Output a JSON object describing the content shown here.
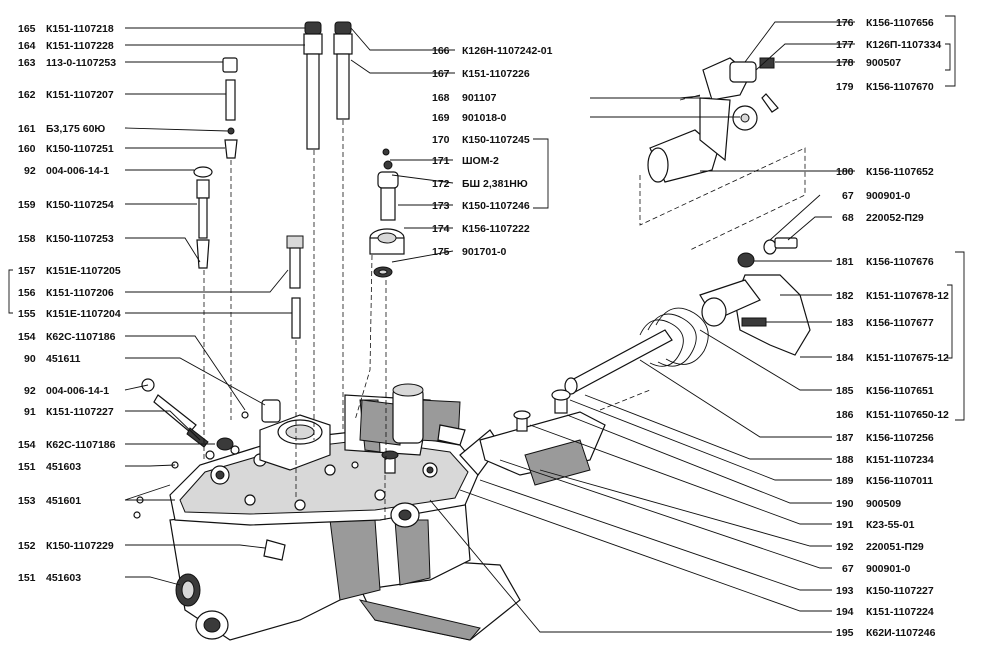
{
  "labels": {
    "left": [
      {
        "num": "165",
        "part": "К151-1107218"
      },
      {
        "num": "164",
        "part": "К151-1107228"
      },
      {
        "num": "163",
        "part": "113-0-1107253"
      },
      {
        "num": "162",
        "part": "К151-1107207"
      },
      {
        "num": "161",
        "part": "Б3,175 60Ю"
      },
      {
        "num": "160",
        "part": "К150-1107251"
      },
      {
        "num": "92",
        "part": "004-006-14-1"
      },
      {
        "num": "159",
        "part": "К150-1107254"
      },
      {
        "num": "158",
        "part": "К150-1107253"
      },
      {
        "num": "157",
        "part": "К151Е-1107205"
      },
      {
        "num": "156",
        "part": "К151-1107206"
      },
      {
        "num": "155",
        "part": "К151Е-1107204"
      },
      {
        "num": "154",
        "part": "К62С-1107186"
      },
      {
        "num": "90",
        "part": "451611"
      },
      {
        "num": "92",
        "part": "004-006-14-1"
      },
      {
        "num": "91",
        "part": "К151-1107227"
      },
      {
        "num": "154",
        "part": "К62С-1107186"
      },
      {
        "num": "151",
        "part": "451603"
      },
      {
        "num": "153",
        "part": "451601"
      },
      {
        "num": "152",
        "part": "К150-1107229"
      },
      {
        "num": "151",
        "part": "451603"
      }
    ],
    "middle": [
      {
        "num": "166",
        "part": "К126Н-1107242-01"
      },
      {
        "num": "167",
        "part": "К151-1107226"
      },
      {
        "num": "168",
        "part": "901107"
      },
      {
        "num": "169",
        "part": "901018-0"
      },
      {
        "num": "170",
        "part": "К150-1107245"
      },
      {
        "num": "171",
        "part": "ШОМ-2"
      },
      {
        "num": "172",
        "part": "БШ 2,381НЮ"
      },
      {
        "num": "173",
        "part": "К150-1107246"
      },
      {
        "num": "174",
        "part": "К156-1107222"
      },
      {
        "num": "175",
        "part": "901701-0"
      }
    ],
    "right": [
      {
        "num": "176",
        "part": "К156-1107656"
      },
      {
        "num": "177",
        "part": "К126П-1107334"
      },
      {
        "num": "178",
        "part": "900507"
      },
      {
        "num": "179",
        "part": "К156-1107670"
      },
      {
        "num": "180",
        "part": "К156-1107652"
      },
      {
        "num": "67",
        "part": "900901-0"
      },
      {
        "num": "68",
        "part": "220052-П29"
      },
      {
        "num": "181",
        "part": "К156-1107676"
      },
      {
        "num": "182",
        "part": "К151-1107678-12"
      },
      {
        "num": "183",
        "part": "К156-1107677"
      },
      {
        "num": "184",
        "part": "К151-1107675-12"
      },
      {
        "num": "185",
        "part": "К156-1107651"
      },
      {
        "num": "186",
        "part": "К151-1107650-12"
      },
      {
        "num": "187",
        "part": "К156-1107256"
      },
      {
        "num": "188",
        "part": "К151-1107234"
      },
      {
        "num": "189",
        "part": "К156-1107011"
      },
      {
        "num": "190",
        "part": "900509"
      },
      {
        "num": "191",
        "part": "К23-55-01"
      },
      {
        "num": "192",
        "part": "220051-П29"
      },
      {
        "num": "67",
        "part": "900901-0"
      },
      {
        "num": "193",
        "part": "К150-1107227"
      },
      {
        "num": "194",
        "part": "К151-1107224"
      },
      {
        "num": "195",
        "part": "К62И-1107246"
      }
    ]
  }
}
